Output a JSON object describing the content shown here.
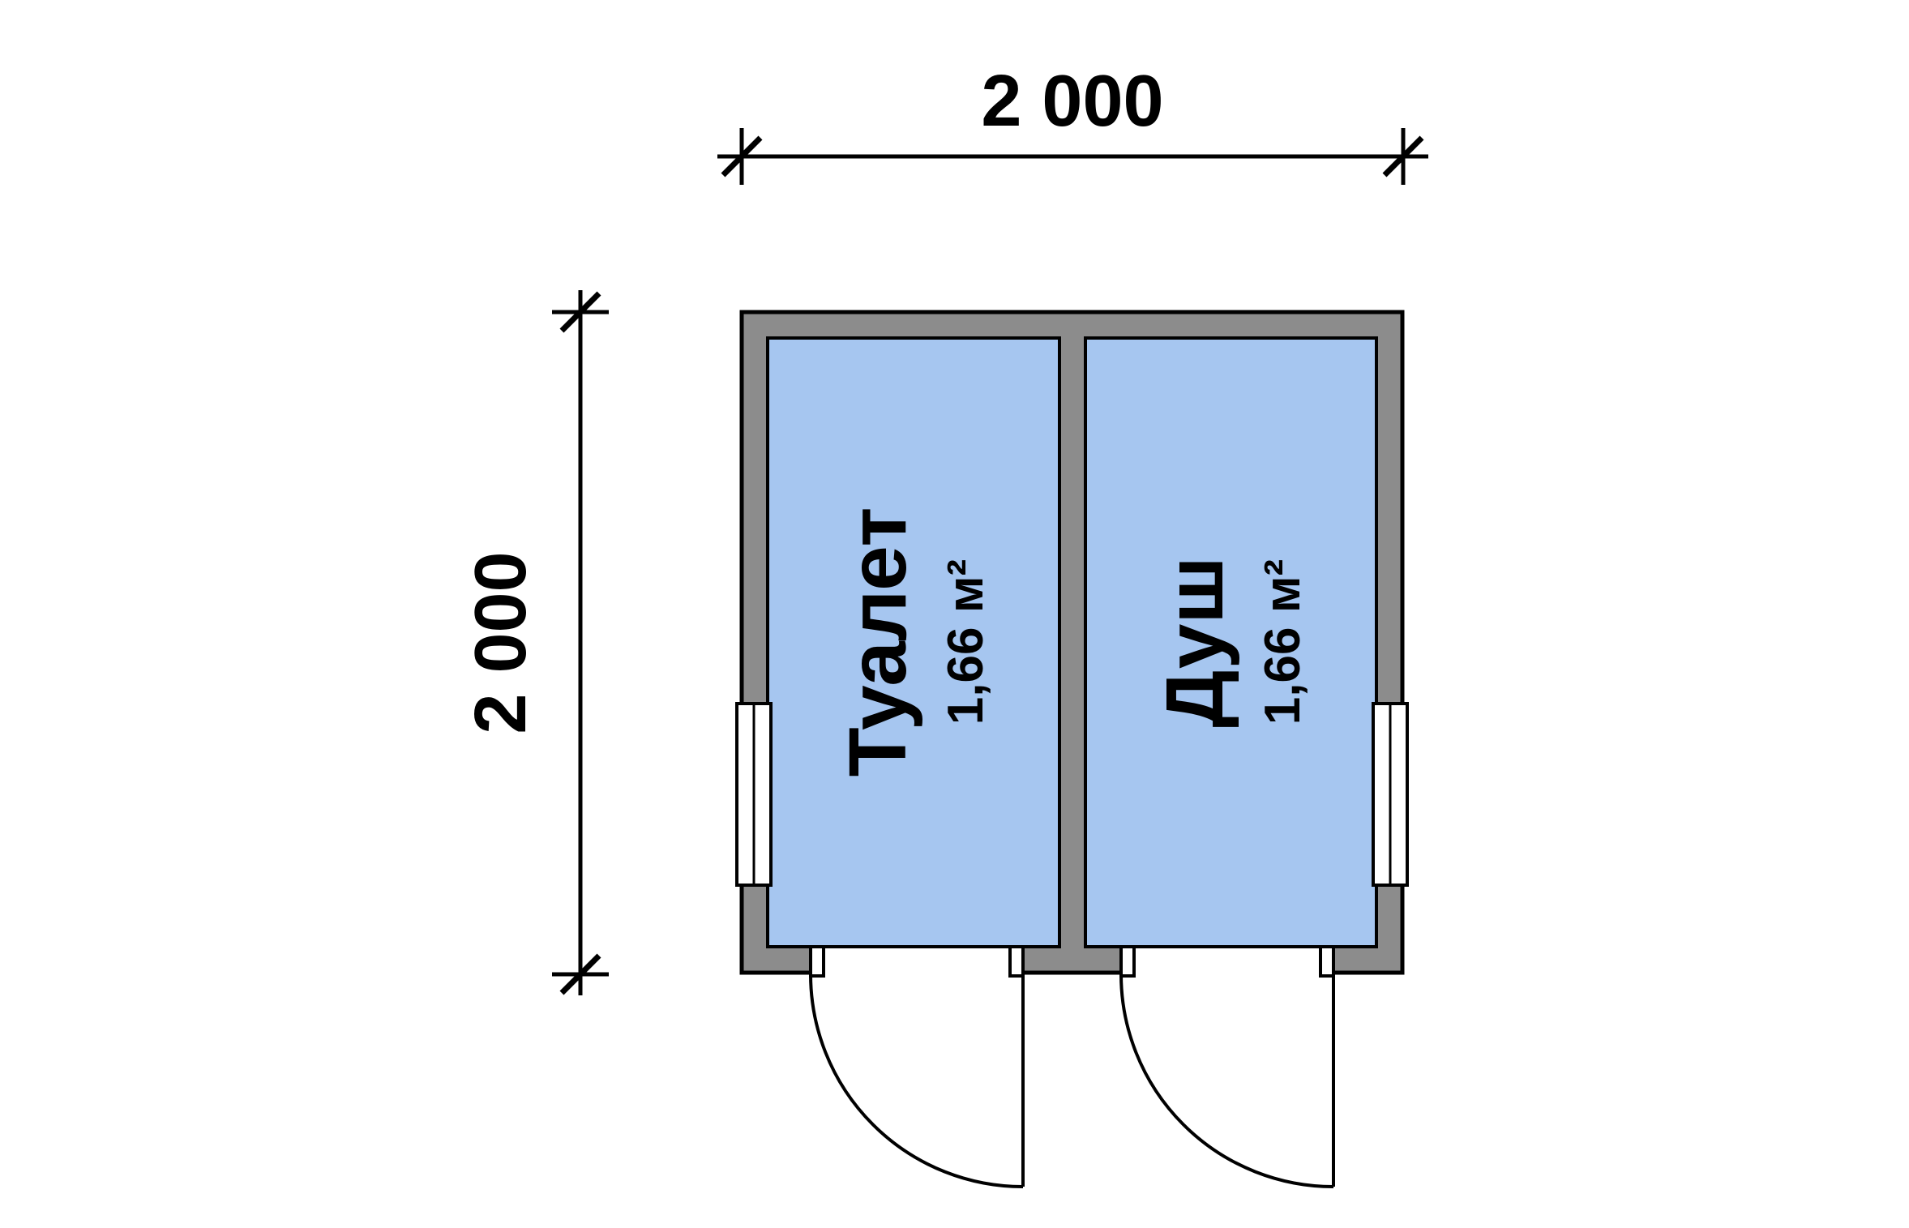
{
  "plan": {
    "dimension_top": "2 000",
    "dimension_left": "2 000",
    "rooms": [
      {
        "name": "Туалет",
        "area": "1,66 м²"
      },
      {
        "name": "Душ",
        "area": "1,66 м²"
      }
    ],
    "colors": {
      "wall": "#8c8c8c",
      "floor": "#a6c6f0",
      "window": "#ffffff",
      "opening": "#ffffff",
      "line": "#000000",
      "background": "#ffffff"
    }
  }
}
